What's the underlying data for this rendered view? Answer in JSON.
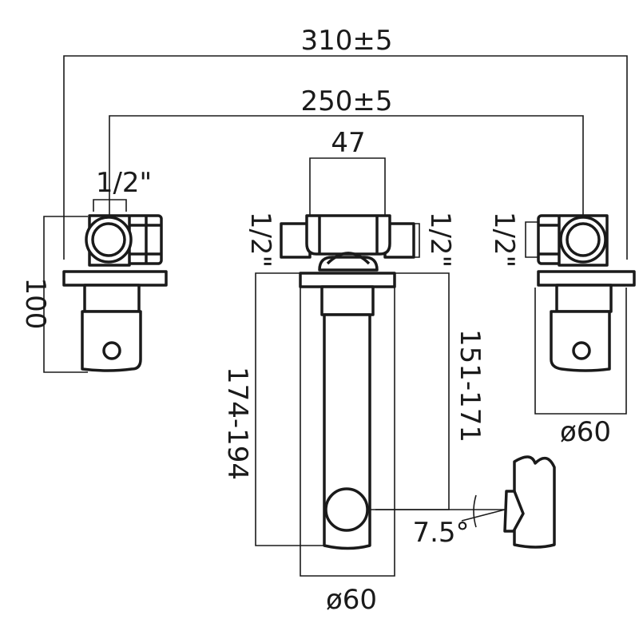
{
  "dimensions": {
    "overall_width": "310±5",
    "centre_width": "250±5",
    "spout_body_width": "47",
    "left_inlet": "1/2\"",
    "left_height": "100",
    "spout_left_inlet": "1/2\"",
    "spout_right_inlet": "1/2\"",
    "right_inlet": "1/2\"",
    "spout_outer_length": "174-194",
    "spout_inner_length": "151-171",
    "right_plate_diameter": "ø60",
    "spout_plate_diameter": "ø60",
    "angle": "7.5°"
  }
}
